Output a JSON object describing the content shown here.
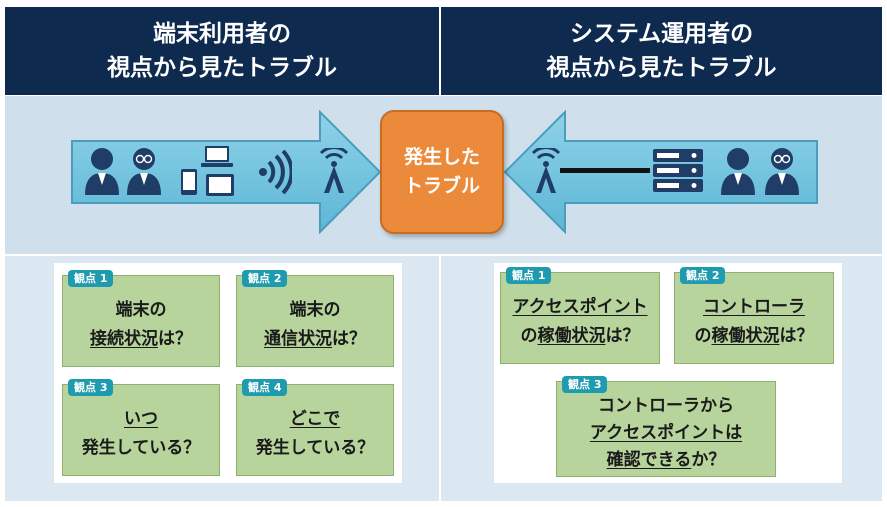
{
  "header": {
    "left": {
      "line1": "端末利用者の",
      "line2": "視点から見たトラブル"
    },
    "right": {
      "line1": "システム運用者の",
      "line2": "視点から見たトラブル"
    }
  },
  "center": {
    "line1": "発生した",
    "line2": "トラブル"
  },
  "colors": {
    "header_bg": "#0e2a4f",
    "arrow_fill": "#6ec3de",
    "center_box": "#ec8a3c",
    "card_fill": "#b7d49c",
    "badge": "#1f9bb0"
  },
  "icons": {
    "left": [
      "user-icon",
      "user-glasses-icon",
      "smartphone-icon",
      "laptop-icon",
      "tablet-icon",
      "wireless-signal-icon",
      "access-point-icon"
    ],
    "right": [
      "access-point-icon",
      "server-rack-icon",
      "user-icon",
      "user-glasses-icon"
    ]
  },
  "user_cards": [
    {
      "badge": "観点 1",
      "line1": "端末の",
      "line2_u": "接続状況",
      "line2_rest": "は？"
    },
    {
      "badge": "観点 2",
      "line1": "端末の",
      "line2_u": "通信状況",
      "line2_rest": "は？"
    },
    {
      "badge": "観点 3",
      "line1_u": "いつ",
      "line2": "発生している？"
    },
    {
      "badge": "観点 4",
      "line1_u": "どこで",
      "line2": "発生している？"
    }
  ],
  "ops_cards": [
    {
      "badge": "観点 1",
      "line1_u": "アクセスポイント",
      "line2_pre": "の",
      "line2_u": "稼働状況",
      "line2_rest": "は？"
    },
    {
      "badge": "観点 2",
      "line1_u": "コントローラ",
      "line2_pre": "の",
      "line2_u": "稼働状況",
      "line2_rest": "は？"
    },
    {
      "badge": "観点 3",
      "line1": "コントローラから",
      "line2_u": "アクセスポイントは",
      "line3_u": "確認できる",
      "line3_rest": "か？"
    }
  ]
}
